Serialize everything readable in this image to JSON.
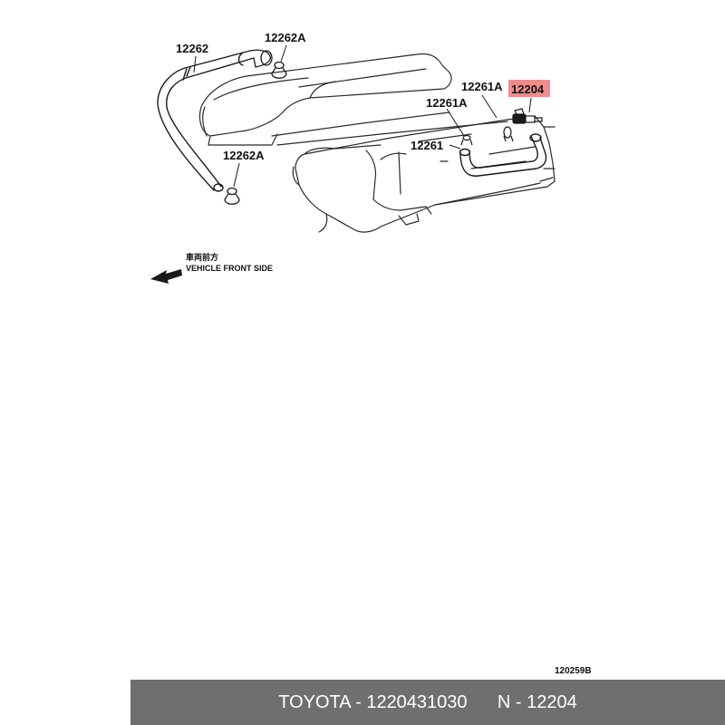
{
  "diagram": {
    "callouts": {
      "hose_main": "12262",
      "clamp_top": "12262A",
      "clamp_bottom": "12262A",
      "clamp_a_upper": "12261A",
      "clamp_a_lower": "12261A",
      "hose_short": "12261",
      "valve_highlighted": "12204"
    },
    "direction": {
      "japanese": "車両前方",
      "english": "VEHICLE FRONT SIDE",
      "arrow_icon": "left-arrow-icon"
    },
    "figure_number": "120259B",
    "highlight_color": "#f08c8c"
  },
  "footer": {
    "text": "TOYOTA - 1220431030      N - 12204",
    "background": "#6f6f6f"
  }
}
